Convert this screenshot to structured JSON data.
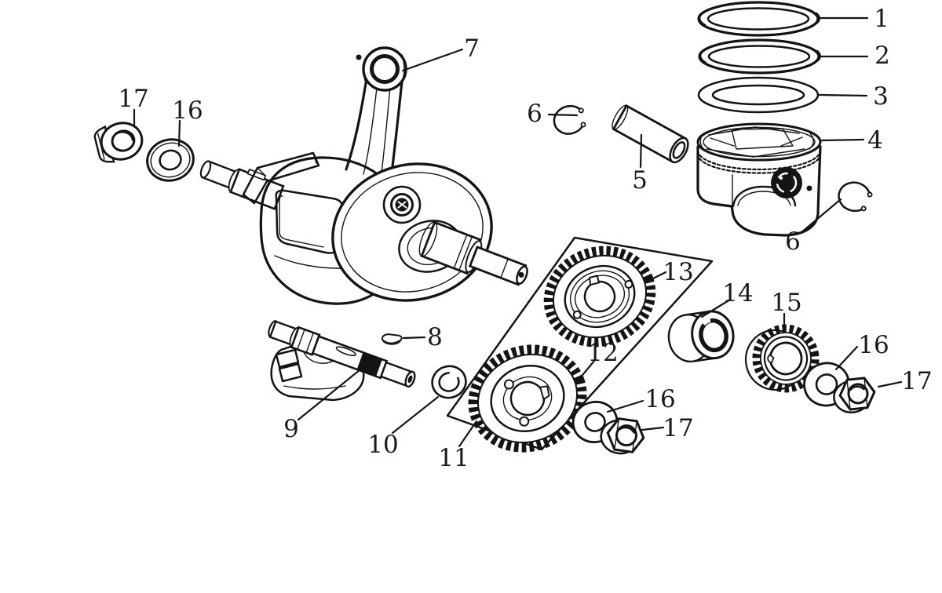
{
  "page": {
    "background": "#ffffff",
    "line_color": "#141414",
    "label_color": "#1a1a1a",
    "kind": "exploded-parts-diagram"
  },
  "callouts": [
    {
      "part": "piston-ring-top",
      "number": "1"
    },
    {
      "part": "piston-ring-second",
      "number": "2"
    },
    {
      "part": "piston-ring-oil",
      "number": "3"
    },
    {
      "part": "piston",
      "number": "4"
    },
    {
      "part": "piston-pin",
      "number": "5"
    },
    {
      "part": "circlip-left",
      "number": "6"
    },
    {
      "part": "crankshaft-conrod",
      "number": "7"
    },
    {
      "part": "circlip-right",
      "number": "6"
    },
    {
      "part": "woodruff-key",
      "number": "8"
    },
    {
      "part": "balancer-shaft",
      "number": "9"
    },
    {
      "part": "balancer-washer",
      "number": "10"
    },
    {
      "part": "gear-pair-box",
      "number": "11"
    },
    {
      "part": "large-gear-lower",
      "number": "12"
    },
    {
      "part": "large-gear-upper",
      "number": "13"
    },
    {
      "part": "bushing",
      "number": "14"
    },
    {
      "part": "small-drive-gear",
      "number": "15"
    },
    {
      "part": "washer-left",
      "number": "16"
    },
    {
      "part": "nut-left",
      "number": "17"
    },
    {
      "part": "washer-middle",
      "number": "16"
    },
    {
      "part": "nut-middle",
      "number": "17"
    },
    {
      "part": "washer-right",
      "number": "16"
    },
    {
      "part": "nut-right",
      "number": "17"
    }
  ]
}
